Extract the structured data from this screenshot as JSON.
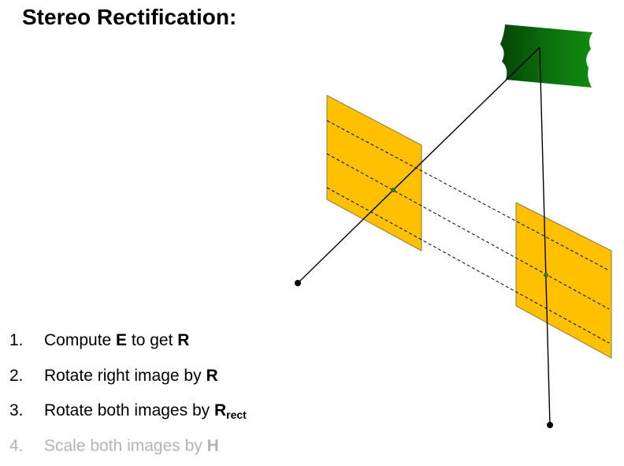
{
  "title": "Stereo Rectification:",
  "colors": {
    "plane_fill": "#ffc000",
    "plane_stroke": "#8c7a3c",
    "object_green_light": "#108c10",
    "object_green_dark": "#064406",
    "point_green": "#3c6e2e",
    "line": "#000000",
    "faded_text": "#b4b4b4"
  },
  "icons": {
    "object": "green-object-shape",
    "camera_center": "black-dot"
  },
  "steps": [
    {
      "num": "1.",
      "pre": "Compute ",
      "bold1": "E",
      "mid": " to get ",
      "bold2": "R",
      "sub": "",
      "faded": false
    },
    {
      "num": "2.",
      "pre": "Rotate right image by ",
      "bold1": "R",
      "mid": "",
      "bold2": "",
      "sub": "",
      "faded": false
    },
    {
      "num": "3.",
      "pre": "Rotate both images by ",
      "bold1": "R",
      "mid": "",
      "bold2": "",
      "sub": "rect",
      "faded": false
    },
    {
      "num": "4.",
      "pre": "Scale both images by ",
      "bold1": "H",
      "mid": "",
      "bold2": "",
      "sub": "",
      "faded": true
    }
  ]
}
